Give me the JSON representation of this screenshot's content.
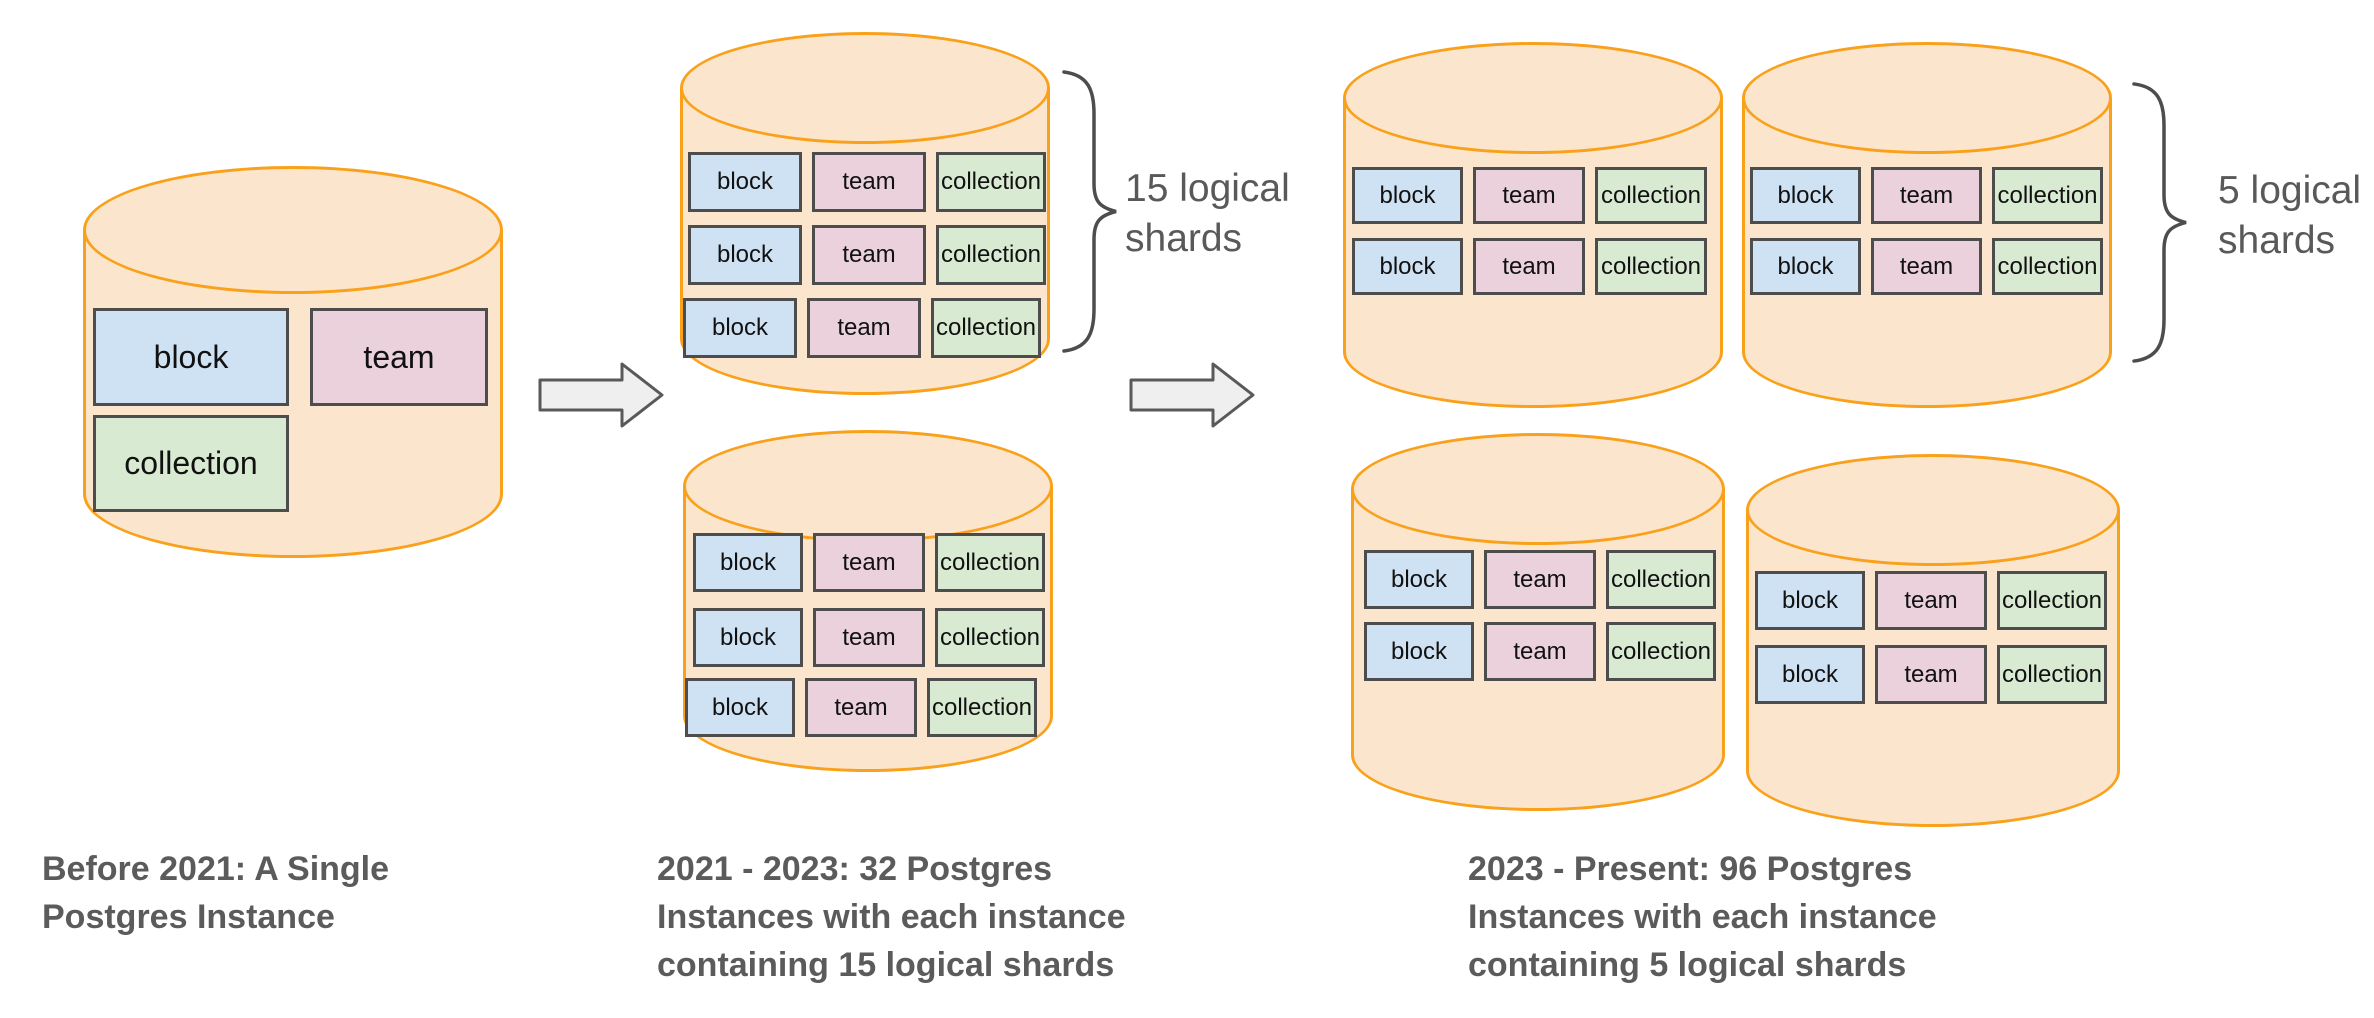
{
  "diagram": {
    "table_labels": {
      "block": "block",
      "team": "team",
      "collection": "collection"
    },
    "stages": [
      {
        "caption_lines": [
          "Before 2021: A Single",
          "Postgres Instance"
        ]
      },
      {
        "caption_lines": [
          "2021 - 2023: 32 Postgres",
          "Instances with each instance",
          "containing 15 logical shards"
        ],
        "shard_annotation_lines": [
          "15 logical",
          "shards"
        ]
      },
      {
        "caption_lines": [
          "2023 - Present: 96 Postgres",
          "Instances with each instance",
          "containing 5 logical shards"
        ],
        "shard_annotation_lines": [
          "5 logical",
          "shards"
        ]
      }
    ],
    "colors": {
      "background": "#FFFFFF",
      "cylinder_fill": "#FCE5CD",
      "cylinder_stroke": "#F9A11B",
      "block_fill": "#CFE2F3",
      "team_fill": "#EAD1DC",
      "collection_fill": "#D9EAD3",
      "box_border": "#4D4D4D",
      "box_text": "#111111",
      "caption_text": "#5B5B5B",
      "annotation_text": "#595959",
      "brace_stroke": "#4D4D4D",
      "arrow_fill": "#EFEFEF",
      "arrow_stroke": "#595959"
    }
  }
}
